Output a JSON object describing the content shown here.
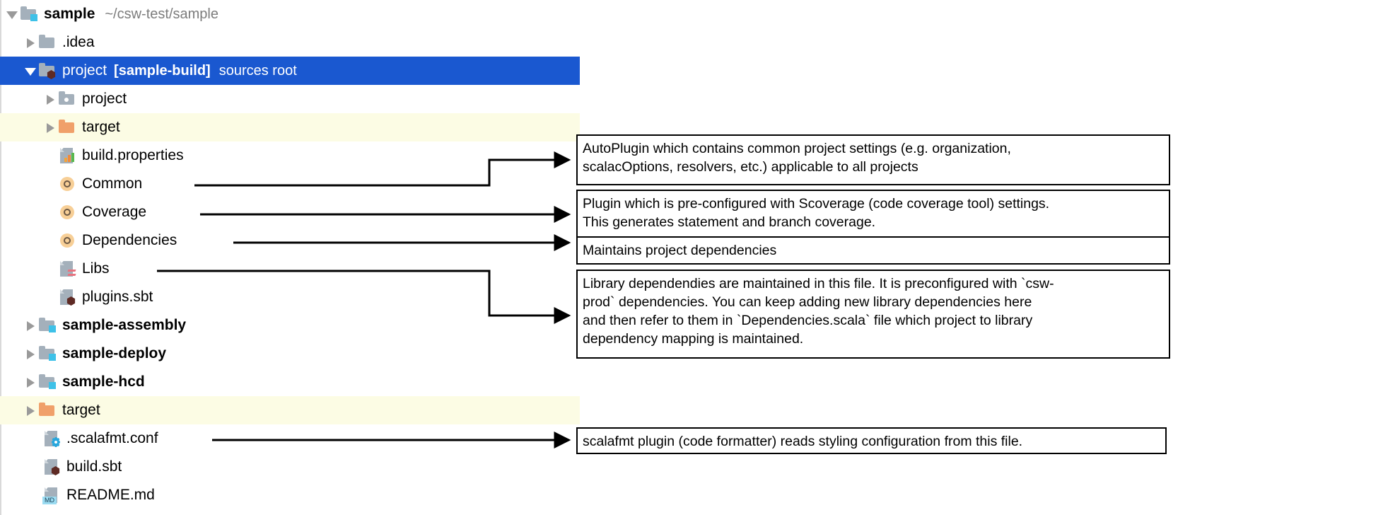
{
  "window": {
    "kind": "ide-project-tree-with-annotations"
  },
  "colors": {
    "selection_blue": "#1a58d0",
    "stripe_yellow": "#fcfce4",
    "folder_gray": "#a4b0bb",
    "folder_orange": "#f0a06a",
    "module_badge_cyan": "#3ec1e8",
    "sbt_badge_dark_red": "#5e2a24",
    "scala_object_orange": "#f7cf97",
    "md_badge_blue": "#9bdcf2",
    "gear_blue": "#28a7dd"
  },
  "tree": {
    "rows": [
      {
        "id": "sample",
        "label": "sample",
        "sublabel": "~/csw-test/sample",
        "icon": "folder-module-icon",
        "twisty": "expanded",
        "indent": 0,
        "bold": true,
        "selected": false,
        "stripe": false
      },
      {
        "id": "idea",
        "label": ".idea",
        "sublabel": "",
        "icon": "folder-icon",
        "twisty": "collapsed",
        "indent": 1,
        "bold": false,
        "selected": false,
        "stripe": false
      },
      {
        "id": "project-build",
        "label": "project",
        "tag": "[sample-build]",
        "srcroot": "sources root",
        "sublabel": "",
        "icon": "folder-sbt-icon",
        "twisty": "expanded",
        "indent": 1,
        "bold": false,
        "selected": true,
        "stripe": false
      },
      {
        "id": "project-inner",
        "label": "project",
        "sublabel": "",
        "icon": "folder-source-icon",
        "twisty": "collapsed",
        "indent": 2,
        "bold": false,
        "selected": false,
        "stripe": false
      },
      {
        "id": "target-inner",
        "label": "target",
        "sublabel": "",
        "icon": "folder-excluded-icon",
        "twisty": "collapsed",
        "indent": 2,
        "bold": false,
        "selected": false,
        "stripe": true
      },
      {
        "id": "build-properties",
        "label": "build.properties",
        "sublabel": "",
        "icon": "properties-file-icon",
        "twisty": "none",
        "indent": 3,
        "bold": false,
        "selected": false,
        "stripe": false
      },
      {
        "id": "common",
        "label": "Common",
        "sublabel": "",
        "icon": "scala-object-icon",
        "twisty": "none",
        "indent": 3,
        "bold": false,
        "selected": false,
        "stripe": false
      },
      {
        "id": "coverage",
        "label": "Coverage",
        "sublabel": "",
        "icon": "scala-object-icon",
        "twisty": "none",
        "indent": 3,
        "bold": false,
        "selected": false,
        "stripe": false
      },
      {
        "id": "dependencies",
        "label": "Dependencies",
        "sublabel": "",
        "icon": "scala-object-icon",
        "twisty": "none",
        "indent": 3,
        "bold": false,
        "selected": false,
        "stripe": false
      },
      {
        "id": "libs",
        "label": "Libs",
        "sublabel": "",
        "icon": "scala-file-icon",
        "twisty": "none",
        "indent": 3,
        "bold": false,
        "selected": false,
        "stripe": false
      },
      {
        "id": "plugins-sbt",
        "label": "plugins.sbt",
        "sublabel": "",
        "icon": "sbt-file-icon",
        "twisty": "none",
        "indent": 3,
        "bold": false,
        "selected": false,
        "stripe": false
      },
      {
        "id": "sample-assembly",
        "label": "sample-assembly",
        "sublabel": "",
        "icon": "folder-module-icon",
        "twisty": "collapsed",
        "indent": 1,
        "bold": true,
        "selected": false,
        "stripe": false
      },
      {
        "id": "sample-deploy",
        "label": "sample-deploy",
        "sublabel": "",
        "icon": "folder-module-icon",
        "twisty": "collapsed",
        "indent": 1,
        "bold": true,
        "selected": false,
        "stripe": false
      },
      {
        "id": "sample-hcd",
        "label": "sample-hcd",
        "sublabel": "",
        "icon": "folder-module-icon",
        "twisty": "collapsed",
        "indent": 1,
        "bold": true,
        "selected": false,
        "stripe": false
      },
      {
        "id": "target-root",
        "label": "target",
        "sublabel": "",
        "icon": "folder-excluded-icon",
        "twisty": "collapsed",
        "indent": 1,
        "bold": false,
        "selected": false,
        "stripe": true
      },
      {
        "id": "scalafmt-conf",
        "label": ".scalafmt.conf",
        "sublabel": "",
        "icon": "config-file-icon",
        "twisty": "none",
        "indent": 2,
        "bold": false,
        "selected": false,
        "stripe": false
      },
      {
        "id": "build-sbt",
        "label": "build.sbt",
        "sublabel": "",
        "icon": "sbt-file-icon",
        "twisty": "none",
        "indent": 2,
        "bold": false,
        "selected": false,
        "stripe": false
      },
      {
        "id": "readme-md",
        "label": "README.md",
        "sublabel": "",
        "icon": "markdown-file-icon",
        "twisty": "none",
        "indent": 2,
        "bold": false,
        "selected": false,
        "stripe": false
      }
    ]
  },
  "annotations": [
    {
      "id": "note-common",
      "target": "Common",
      "lines": [
        "AutoPlugin which contains common project settings (e.g. organization,",
        "scalacOptions, resolvers, etc.) applicable to all projects"
      ]
    },
    {
      "id": "note-coverage",
      "target": "Coverage",
      "lines": [
        "Plugin which is pre-configured with Scoverage (code coverage tool) settings.",
        "This generates statement and branch coverage."
      ]
    },
    {
      "id": "note-dependencies",
      "target": "Dependencies",
      "lines": [
        "Maintains project dependencies"
      ]
    },
    {
      "id": "note-libs",
      "target": "Libs",
      "lines": [
        "Library dependendies are maintained in this file.  It is preconfigured with `csw-",
        "prod` dependencies.  You can keep adding new library dependencies here",
        "and then refer to them in `Dependencies.scala` file which project to library",
        "dependency mapping is maintained."
      ]
    },
    {
      "id": "note-scalafmt",
      "target": ".scalafmt.conf",
      "lines": [
        "scalafmt plugin (code formatter) reads styling configuration from this file."
      ]
    }
  ]
}
